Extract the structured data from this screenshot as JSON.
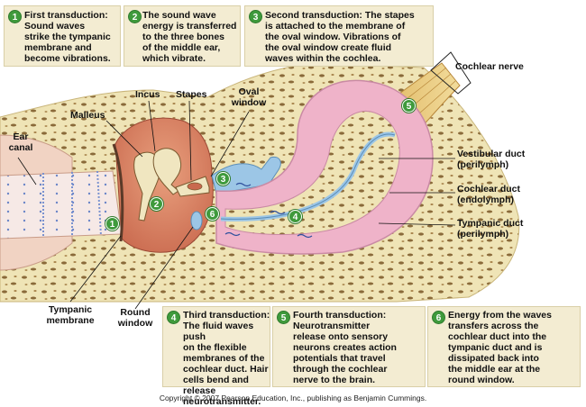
{
  "steps": [
    {
      "num": "1",
      "title": "First transduction:",
      "lines": [
        "Sound waves",
        "strike the tympanic",
        "membrane and",
        "become vibrations."
      ]
    },
    {
      "num": "2",
      "title": "",
      "lines": [
        "The sound wave",
        "energy is transferred",
        "to the three bones",
        "of the middle ear,",
        "which vibrate."
      ]
    },
    {
      "num": "3",
      "title": "Second transduction:",
      "lines": [
        "The stapes",
        "is attached to the membrane of",
        "the oval window. Vibrations of",
        "the oval window create fluid",
        "waves within the cochlea."
      ]
    },
    {
      "num": "4",
      "title": "Third transduction:",
      "lines": [
        "The fluid waves push",
        "on the flexible",
        "membranes of the",
        "cochlear duct. Hair",
        "cells bend and release",
        "neurotransmitter."
      ]
    },
    {
      "num": "5",
      "title": "Fourth transduction:",
      "lines": [
        "Neurotransmitter",
        "release onto sensory",
        "neurons creates action",
        "potentials that travel",
        "through the cochlear",
        "nerve to the brain."
      ]
    },
    {
      "num": "6",
      "title": "",
      "lines": [
        "Energy from the waves",
        "transfers across the",
        "cochlear duct into the",
        "tympanic duct and is",
        "dissipated back into",
        "the middle ear at the",
        "round window."
      ]
    }
  ],
  "labels": {
    "cochlear_nerve": "Cochlear nerve",
    "incus": "Incus",
    "stapes": "Stapes",
    "oval_window": [
      "Oval",
      "window"
    ],
    "malleus": "Malleus",
    "ear_canal": [
      "Ear",
      "canal"
    ],
    "vestibular_duct": [
      "Vestibular duct",
      "(perilymph)"
    ],
    "cochlear_duct": [
      "Cochlear duct",
      "(endolymph)"
    ],
    "tympanic_duct": [
      "Tympanic duct",
      "(perilymph)"
    ],
    "tympanic_membrane": [
      "Tympanic",
      "membrane"
    ],
    "round_window": [
      "Round",
      "window"
    ]
  },
  "map_badges": [
    "1",
    "2",
    "3",
    "4",
    "5",
    "6"
  ],
  "copyright": "Copyright © 2007 Pearson Education, Inc., publishing as Benjamin Cummings.",
  "colors": {
    "badge": "#3f9a3c",
    "box": "#f3ecd2",
    "cochlea_pink": "#efb3c9",
    "cochlear_duct_blue": "#9cc6e6",
    "bone": "#eee3b3",
    "nerve": "#e8c77a"
  }
}
